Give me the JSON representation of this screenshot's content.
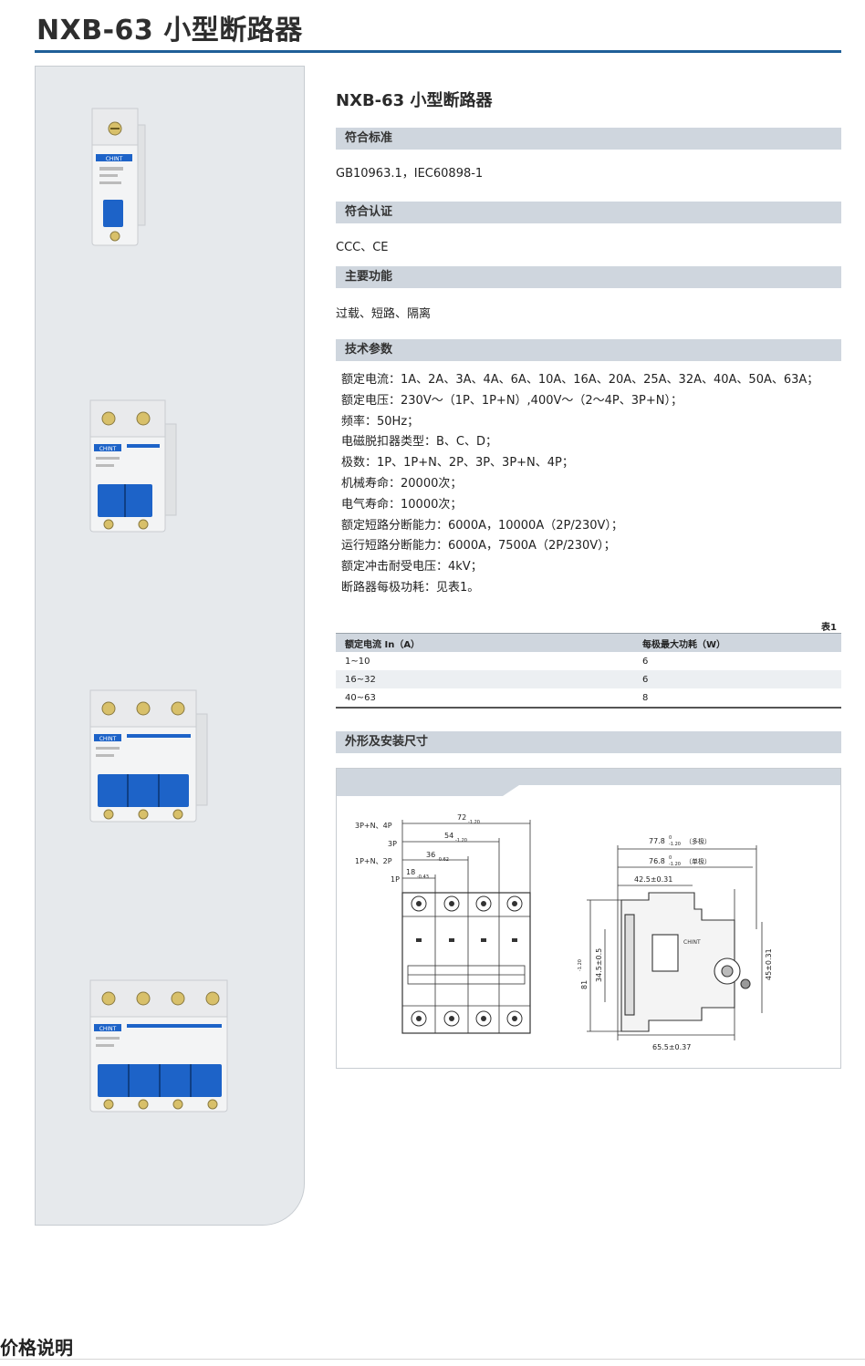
{
  "page": {
    "title": "NXB-63 小型断路器",
    "footer_title": "价格说明"
  },
  "product": {
    "name": "NXB-63 小型断路器",
    "brand_logo_text": "CHINT",
    "sections": {
      "standards": {
        "heading": "符合标准",
        "text": "GB10963.1，IEC60898-1"
      },
      "certification": {
        "heading": "符合认证",
        "text": "CCC、CE"
      },
      "functions": {
        "heading": "主要功能",
        "text": "过载、短路、隔离"
      },
      "tech_params": {
        "heading": "技术参数",
        "lines": [
          "额定电流：1A、2A、3A、4A、6A、10A、16A、20A、25A、32A、40A、50A、63A；",
          "额定电压：230V～（1P、1P+N）,400V～（2～4P、3P+N）；",
          "频率：50Hz；",
          "电磁脱扣器类型：B、C、D；",
          "极数：1P、1P+N、2P、3P、3P+N、4P；",
          "机械寿命：20000次；",
          "电气寿命：10000次；",
          "额定短路分断能力：6000A，10000A（2P/230V）；",
          "运行短路分断能力：6000A，7500A（2P/230V）；",
          "额定冲击耐受电压：4kV；",
          "断路器每极功耗：见表1。"
        ]
      },
      "dimensions": {
        "heading": "外形及安装尺寸"
      }
    },
    "table1": {
      "caption": "表1",
      "headers": [
        "额定电流 In（A）",
        "每极最大功耗（W）"
      ],
      "rows": [
        [
          "1~10",
          "6"
        ],
        [
          "16~32",
          "6"
        ],
        [
          "40~63",
          "8"
        ]
      ]
    },
    "drawing": {
      "front": {
        "pole_labels": [
          "3P+N、4P",
          "3P",
          "1P+N、2P",
          "1P"
        ],
        "widths": [
          "72",
          "54",
          "36",
          "18"
        ],
        "tolerances": [
          "-1.20",
          "-1.20",
          "-0.62",
          "-0.43"
        ]
      },
      "side": {
        "dim_multi": "77.8",
        "dim_multi_note": "（多极）",
        "dim_single": "76.8",
        "dim_single_note": "（单极）",
        "dim_top": "42.5±0.31",
        "dim_bottom": "65.5±0.37",
        "dim_height": "81",
        "dim_height_tol": "-1.20",
        "dim_rail": "34.5±0.5",
        "dim_right": "45±0.31",
        "tol_zero": "0",
        "tol_neg": "-1.20"
      }
    }
  }
}
